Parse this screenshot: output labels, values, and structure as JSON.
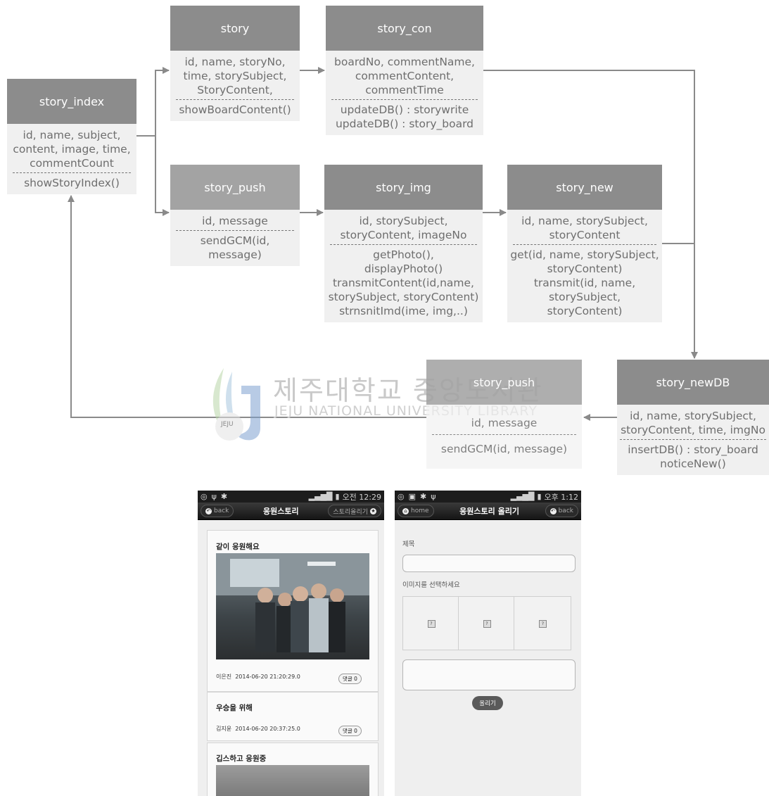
{
  "diagram": {
    "boxes": {
      "story_index": {
        "title": "story_index",
        "attrs": [
          "id, name, subject,",
          "content, image, time,",
          "commentCount"
        ],
        "methods": [
          "showStoryIndex()"
        ]
      },
      "story": {
        "title": "story",
        "attrs": [
          "id, name, storyNo,",
          "time, storySubject,",
          "StoryContent,"
        ],
        "methods": [
          "showBoardContent()"
        ]
      },
      "story_con": {
        "title": "story_con",
        "attrs": [
          "boardNo, commentName,",
          "commentContent,",
          "commentTime"
        ],
        "methods": [
          "updateDB() : storywrite",
          "updateDB() : story_board"
        ]
      },
      "story_push_top": {
        "title": "story_push",
        "attrs": [
          "id, message"
        ],
        "methods": [
          "sendGCM(id,",
          "message)"
        ]
      },
      "story_img": {
        "title": "story_img",
        "attrs": [
          "id,  storySubject,",
          "storyContent, imageNo"
        ],
        "methods": [
          "getPhoto(),",
          "displayPhoto()",
          "transmitContent(id,name,",
          "storySubject, storyContent)",
          "strnsnitImd(ime, img,..)"
        ]
      },
      "story_new": {
        "title": "story_new",
        "attrs": [
          "id, name, storySubject,",
          "storyContent"
        ],
        "methods": [
          "get(id, name, storySubject,",
          "storyContent)",
          "transmit(id, name,",
          "storySubject,",
          "storyContent)"
        ]
      },
      "story_push_bottom": {
        "title": "story_push",
        "attrs": [
          "id, message"
        ],
        "methods": [
          "sendGCM(id, message)"
        ]
      },
      "story_newDB": {
        "title": "story_newDB",
        "attrs": [
          "id, name, storySubject,",
          "storyContent, time, imgNo"
        ],
        "methods": [
          "insertDB() : story_board",
          "noticeNew()"
        ]
      }
    },
    "watermark": {
      "korean": "제주대학교 중앙도서관",
      "english": "JEJU NATIONAL UNIVERSITY LIBRARY",
      "logo_text": "JEJU"
    }
  },
  "screen1": {
    "status": {
      "time": "오전 12:29"
    },
    "nav": {
      "back": "back",
      "title": "응원스토리",
      "action": "스토리올리기"
    },
    "posts": [
      {
        "title": "같이 응원해요",
        "author": "이은진",
        "date": "2014-06-20 21:20:29.0",
        "comments": "댓글 0"
      },
      {
        "title": "우승을 위해",
        "author": "김지윤",
        "date": "2014-06-20 20:37:25.0",
        "comments": "댓글 0"
      },
      {
        "title": "깁스하고 응원중"
      }
    ]
  },
  "screen2": {
    "status": {
      "time": "오후 1:12"
    },
    "nav": {
      "home": "home",
      "title": "응원스토리 올리기",
      "back": "back"
    },
    "form": {
      "title_label": "제목",
      "image_label": "이미지를 선택하세요",
      "submit": "올리기"
    }
  }
}
